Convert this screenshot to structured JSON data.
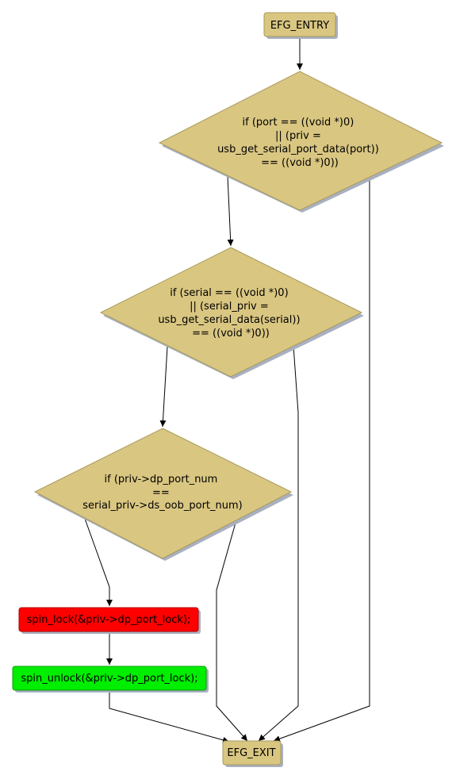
{
  "nodes": {
    "entry": {
      "label": "EFG_ENTRY"
    },
    "cond_port": {
      "lines": [
        "if (port == ((void *)0)",
        "|| (priv =",
        "usb_get_serial_port_data(port))",
        "== ((void *)0))"
      ]
    },
    "cond_serial": {
      "lines": [
        "if (serial == ((void *)0)",
        "|| (serial_priv =",
        "usb_get_serial_data(serial))",
        "== ((void *)0))"
      ]
    },
    "cond_portnum": {
      "lines": [
        "if (priv->dp_port_num",
        "==",
        "serial_priv->ds_oob_port_num)"
      ]
    },
    "spin_lock": {
      "label": "spin_lock(&priv->dp_port_lock);"
    },
    "spin_unlock": {
      "label": "spin_unlock(&priv->dp_port_lock);"
    },
    "exit": {
      "label": "EFG_EXIT"
    }
  },
  "colors": {
    "node_fill": "#d9c681",
    "node_stroke": "#a89a5c",
    "shadow": "#a9b0c0",
    "lock_fill": "#ff0000",
    "unlock_fill": "#00ee00",
    "edge": "#000000"
  }
}
